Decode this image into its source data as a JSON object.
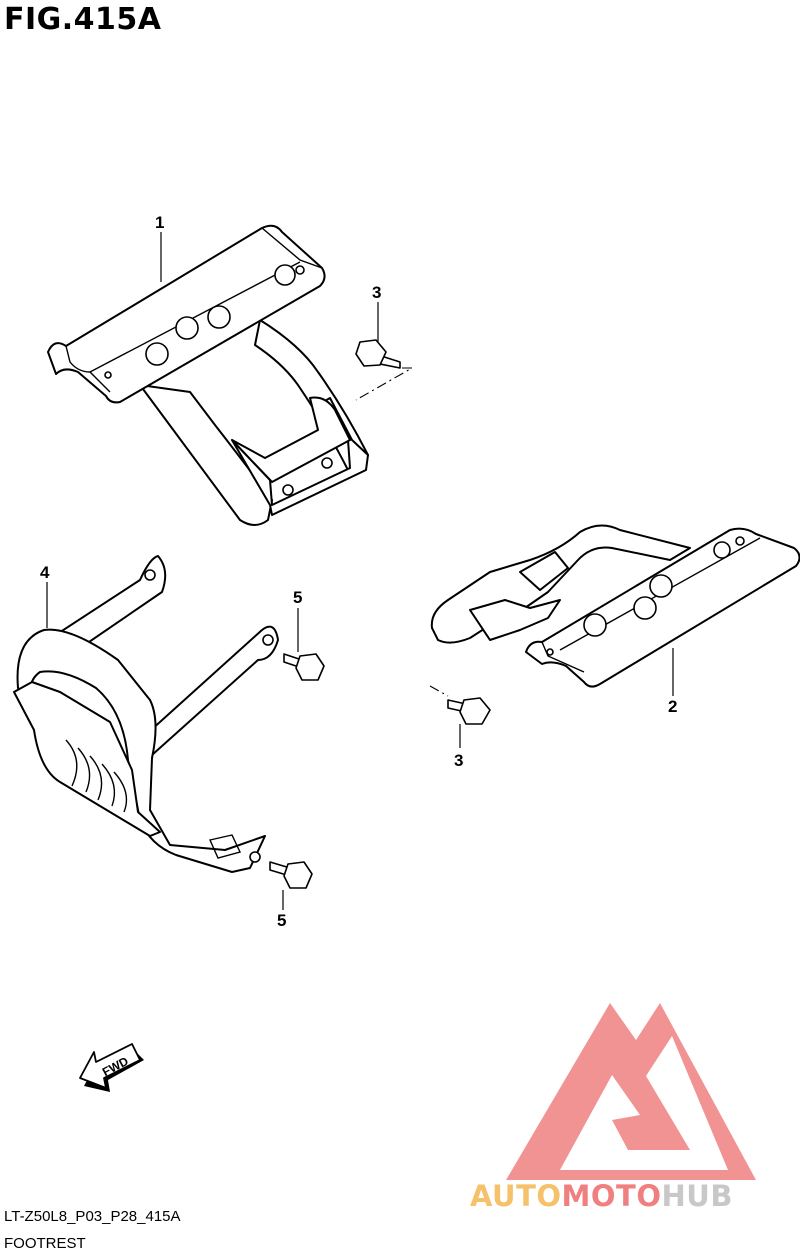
{
  "figure": {
    "title": "FIG.415A",
    "code": "LT-Z50L8_P03_P28_415A",
    "name": "FOOTREST"
  },
  "callouts": {
    "p1": "1",
    "p2": "2",
    "p3a": "3",
    "p3b": "3",
    "p4": "4",
    "p5a": "5",
    "p5b": "5"
  },
  "fwd_arrow": {
    "label": "FWD"
  },
  "watermark": {
    "text": "AUTOMOTOHUB",
    "colors": {
      "triangle": "#f08080",
      "auto": "#f5c26b",
      "moto": "#f08080",
      "hub": "#c8c8c8"
    }
  }
}
